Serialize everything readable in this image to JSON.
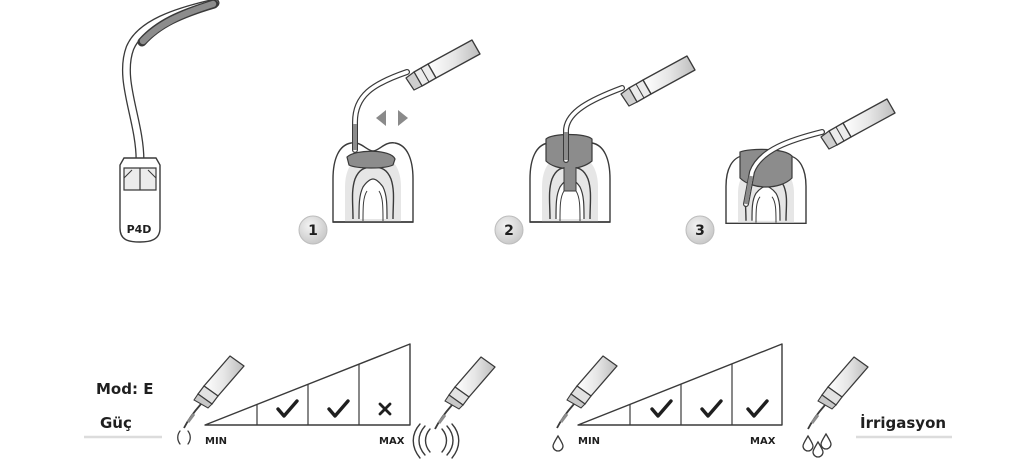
{
  "tip": {
    "code": "P4D"
  },
  "steps": [
    {
      "number": "1"
    },
    {
      "number": "2"
    },
    {
      "number": "3"
    }
  ],
  "settings": {
    "mode_label": "Mod: E",
    "power_label": "Güç",
    "irrigation_label": "İrrigasyon",
    "power_scale": {
      "min_label": "MIN",
      "max_label": "MAX",
      "levels": [
        "check",
        "check",
        "cross"
      ]
    },
    "irrigation_scale": {
      "min_label": "MIN",
      "max_label": "MAX",
      "levels": [
        "check",
        "check",
        "check"
      ]
    }
  },
  "colors": {
    "line": "#3a3a3a",
    "tip_gray": "#8c8c8c",
    "badge": "#d8d8d8",
    "underline": "#dcdcdc",
    "arrow": "#8a8a8a"
  },
  "icons": [
    "ultrasonic-tip-icon",
    "tooth-icon",
    "handpiece-icon",
    "double-arrow-icon",
    "check-icon",
    "cross-icon",
    "vibration-icon",
    "water-drop-icon"
  ]
}
